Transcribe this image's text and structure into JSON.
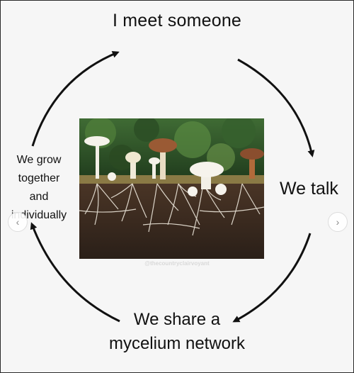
{
  "diagram": {
    "title": "I meet someone",
    "step_right": "We talk",
    "step_bottom_line1": "We share a",
    "step_bottom_line2": "mycelium network",
    "step_left_lines": [
      "We grow",
      "together",
      "and",
      "individually"
    ],
    "watermark": "@thecountryclairvoyant"
  },
  "carousel": {
    "prev_icon": "‹",
    "next_icon": "›"
  },
  "colors": {
    "background": "#f6f6f6",
    "arrow": "#111111",
    "soil": "#3b2c22",
    "mycelium": "#ece6da",
    "foliage": "#2f5a2a"
  }
}
